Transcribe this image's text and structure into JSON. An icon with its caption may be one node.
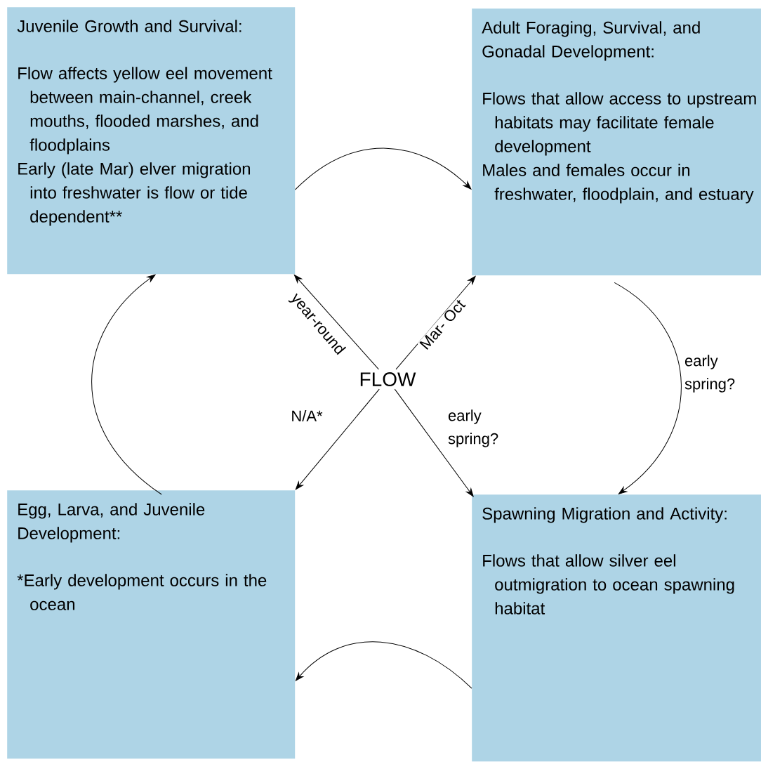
{
  "diagram": {
    "nodes": [
      {
        "text": [
          "Juvenile Growth and Survival:",
          "Flow affects yellow eel movement between main-channel, creek mouths, flooded marshes, and floodplains",
          "Early (late Mar) elver migration into freshwater is flow or tide dependent**"
        ]
      },
      {
        "text": [
          "Adult Foraging, Survival, and Gonadal Development:",
          "Flows that allow access to upstream habitats may facilitate female development",
          "Males and females occur in freshwater, floodplain, and estuary"
        ]
      },
      {
        "text": [
          "FLOW"
        ]
      },
      {
        "text": [
          "Egg, Larva, and Juvenile Development:",
          "*Early development occurs in the ocean"
        ]
      },
      {
        "text": [
          "Spawning Migration and Activity:",
          "Flows that allow silver eel outmigration to ocean spawning habitat"
        ]
      }
    ],
    "edges": [
      {
        "from": 0,
        "to": 1,
        "arrow": "to"
      },
      {
        "from": 1,
        "to": 4,
        "arrow": "to",
        "label": "early spring?"
      },
      {
        "from": 4,
        "to": 3,
        "arrow": "to"
      },
      {
        "from": 3,
        "to": 0,
        "arrow": "to"
      },
      {
        "from": 2,
        "to": 0,
        "arrow": "to",
        "label": "year-round"
      },
      {
        "from": 2,
        "to": 1,
        "arrow": "to",
        "label": "Mar- Oct"
      },
      {
        "from": 2,
        "to": 3,
        "arrow": "to",
        "label": "N/A*"
      },
      {
        "from": 2,
        "to": 4,
        "arrow": "to",
        "label": "early spring?"
      }
    ]
  }
}
